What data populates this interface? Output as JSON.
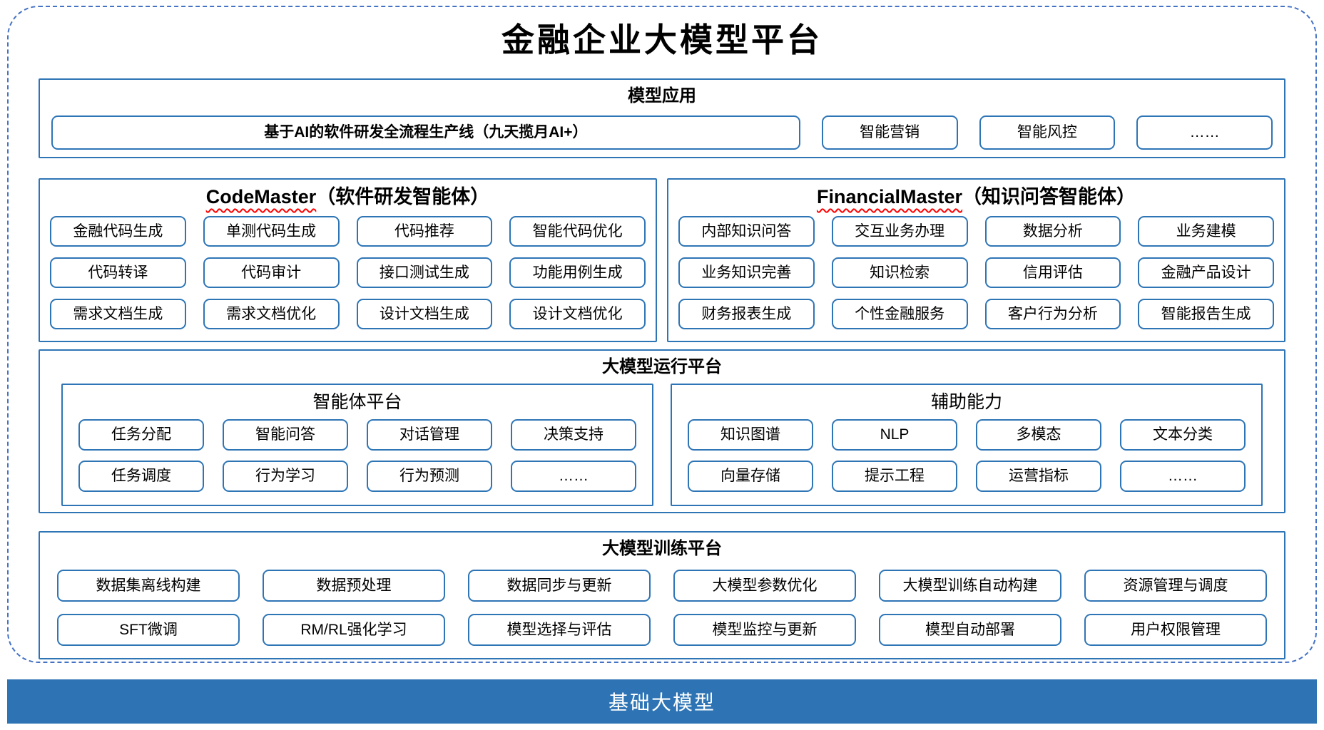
{
  "title": "金融企业大模型平台",
  "colors": {
    "accent_blue": "#2E75B6",
    "dashed_blue": "#4472C4",
    "wavy_red": "#FF0000",
    "foundation_bg": "#2E74B5",
    "foundation_text": "#FFFFFF"
  },
  "model_app": {
    "header": "模型应用",
    "pipeline": "基于AI的软件研发全流程生产线（九天揽月AI+）",
    "items": [
      "智能营销",
      "智能风控",
      "……"
    ]
  },
  "codemaster": {
    "name": "CodeMaster",
    "suffix": "（软件研发智能体）",
    "items": [
      "金融代码生成",
      "单测代码生成",
      "代码推荐",
      "智能代码优化",
      "代码转译",
      "代码审计",
      "接口测试生成",
      "功能用例生成",
      "需求文档生成",
      "需求文档优化",
      "设计文档生成",
      "设计文档优化"
    ]
  },
  "financialmaster": {
    "name": "FinancialMaster",
    "suffix": "（知识问答智能体）",
    "items": [
      "内部知识问答",
      "交互业务办理",
      "数据分析",
      "业务建模",
      "业务知识完善",
      "知识检索",
      "信用评估",
      "金融产品设计",
      "财务报表生成",
      "个性金融服务",
      "客户行为分析",
      "智能报告生成"
    ]
  },
  "runtime": {
    "header": "大模型运行平台",
    "agent_platform": {
      "header": "智能体平台",
      "items": [
        "任务分配",
        "智能问答",
        "对话管理",
        "决策支持",
        "任务调度",
        "行为学习",
        "行为预测",
        "……"
      ]
    },
    "aux": {
      "header": "辅助能力",
      "items": [
        "知识图谱",
        "NLP",
        "多模态",
        "文本分类",
        "向量存储",
        "提示工程",
        "运营指标",
        "……"
      ]
    }
  },
  "training": {
    "header": "大模型训练平台",
    "items": [
      "数据集离线构建",
      "数据预处理",
      "数据同步与更新",
      "大模型参数优化",
      "大模型训练自动构建",
      "资源管理与调度",
      "SFT微调",
      "RM/RL强化学习",
      "模型选择与评估",
      "模型监控与更新",
      "模型自动部署",
      "用户权限管理"
    ]
  },
  "foundation": {
    "label": "基础大模型"
  }
}
